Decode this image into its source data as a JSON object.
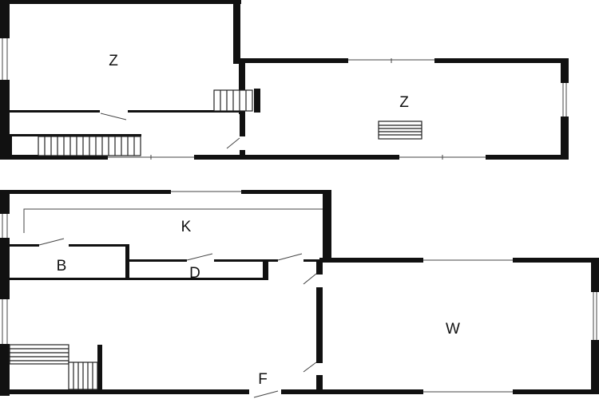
{
  "rooms": {
    "upper_left": "Z",
    "upper_right": "Z",
    "kitchen": "K",
    "storage_b": "B",
    "storage_d": "D",
    "living": "W",
    "hallway": "F"
  },
  "colors": {
    "wall": "#111111",
    "background": "#ffffff",
    "thin_line": "#444444"
  }
}
